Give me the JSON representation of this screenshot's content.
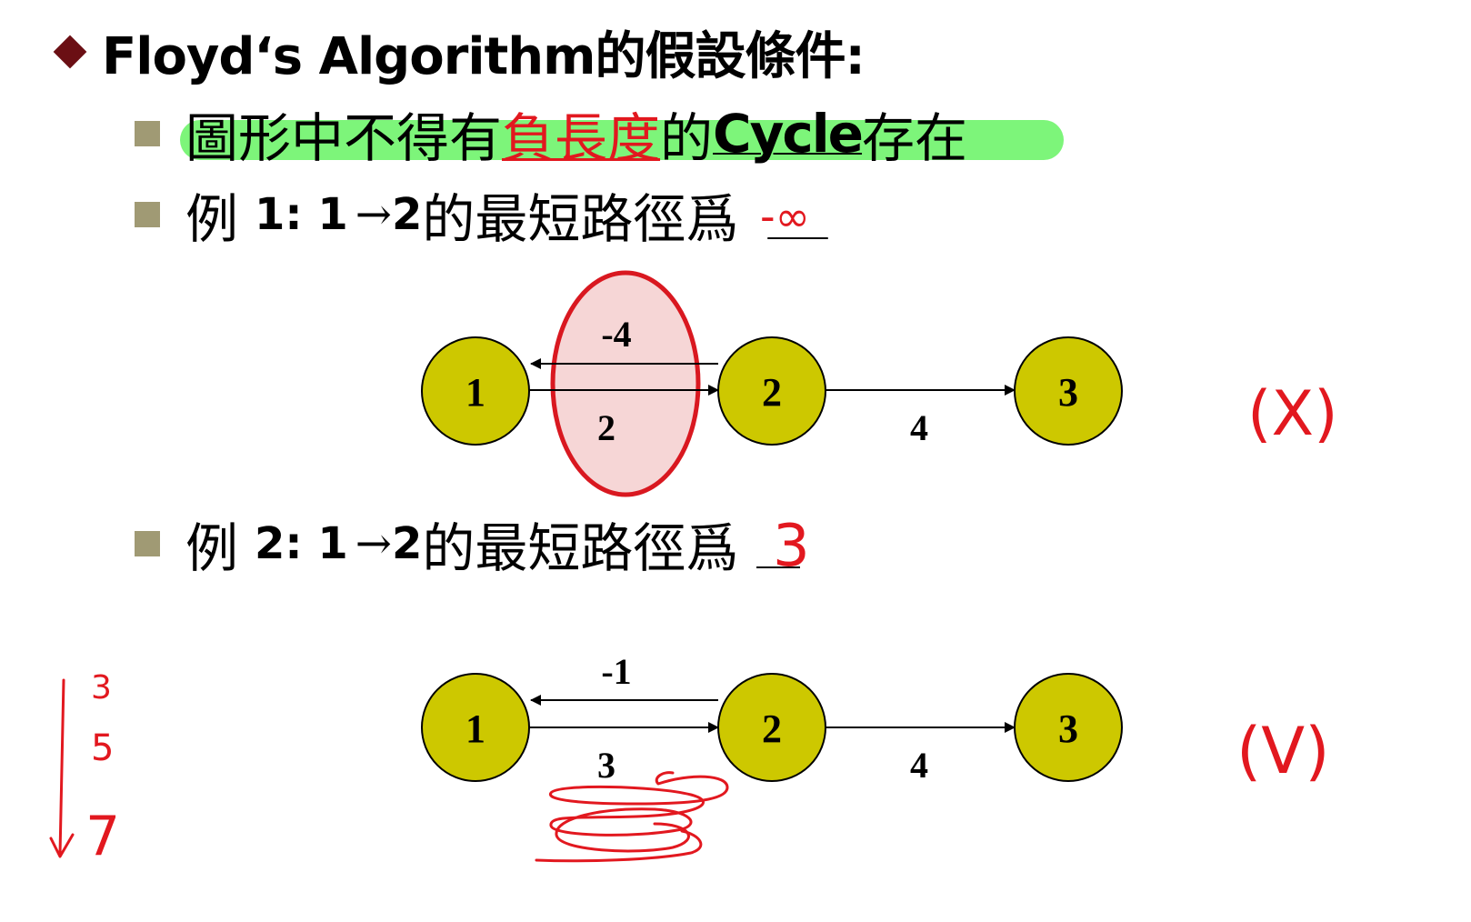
{
  "title": "Floyd‘s Algorithm的假設條件:",
  "condition": {
    "prefix": "圖形中不得有",
    "emphasis": "負長度",
    "middle": "的",
    "cycle": "Cycle",
    "suffix": "存在"
  },
  "example1": {
    "lead": "例",
    "label": "1: 1",
    "arrow": "→",
    "target": "2",
    "question": "的最短路徑爲",
    "answer": "-∞",
    "verdict": "(X)",
    "nodes": [
      "1",
      "2",
      "3"
    ],
    "edge_2_to_1": "-4",
    "edge_1_to_2": "2",
    "edge_2_to_3": "4"
  },
  "example2": {
    "lead": "例",
    "label": "2: 1",
    "arrow": "→",
    "target": "2",
    "question": "的最短路徑爲",
    "answer": "3",
    "verdict": "(V)",
    "nodes": [
      "1",
      "2",
      "3"
    ],
    "edge_2_to_1": "-1",
    "edge_1_to_2": "3",
    "edge_2_to_3": "4",
    "side_notes": [
      "3",
      "5",
      "7"
    ]
  },
  "colors": {
    "node_fill": "#cdc800",
    "highlight": "#7df57a",
    "ink": "#e2181f",
    "ellipse_fill": "#f6d6d6",
    "bullet_diamond": "#6b0f14",
    "bullet_square": "#a09a74"
  }
}
